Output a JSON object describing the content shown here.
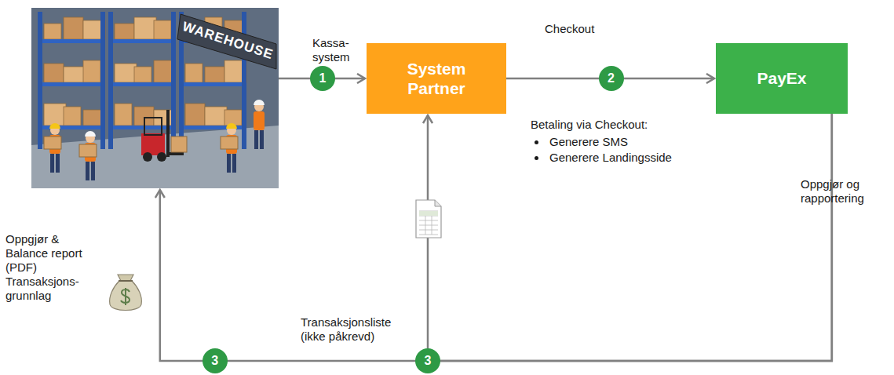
{
  "diagram": {
    "nodes": [
      {
        "text": [
          "WAREHOUSE"
        ]
      },
      {
        "text": [
          "System Partner"
        ]
      },
      {
        "text": [
          "PayEx"
        ]
      }
    ],
    "edges": [
      {
        "from": 0,
        "to": 1,
        "label": "1",
        "arrow": "to"
      },
      {
        "from": 1,
        "to": 2,
        "label": "2",
        "arrow": "to"
      },
      {
        "from": 2,
        "to": 0,
        "label": "3",
        "arrow": "to"
      },
      {
        "from": 2,
        "to": 1,
        "label": "3",
        "arrow": "to"
      }
    ],
    "labels": [
      "Kassa- system",
      "Checkout",
      "Betaling via Checkout:",
      "Generere SMS",
      "Generere Landingsside",
      "Oppgjør og rapportering",
      "Oppgjør & Balance report (PDF)",
      "Transaksjons- grunnlag",
      "Transaksjonsliste (ikke påkrevd)"
    ]
  }
}
